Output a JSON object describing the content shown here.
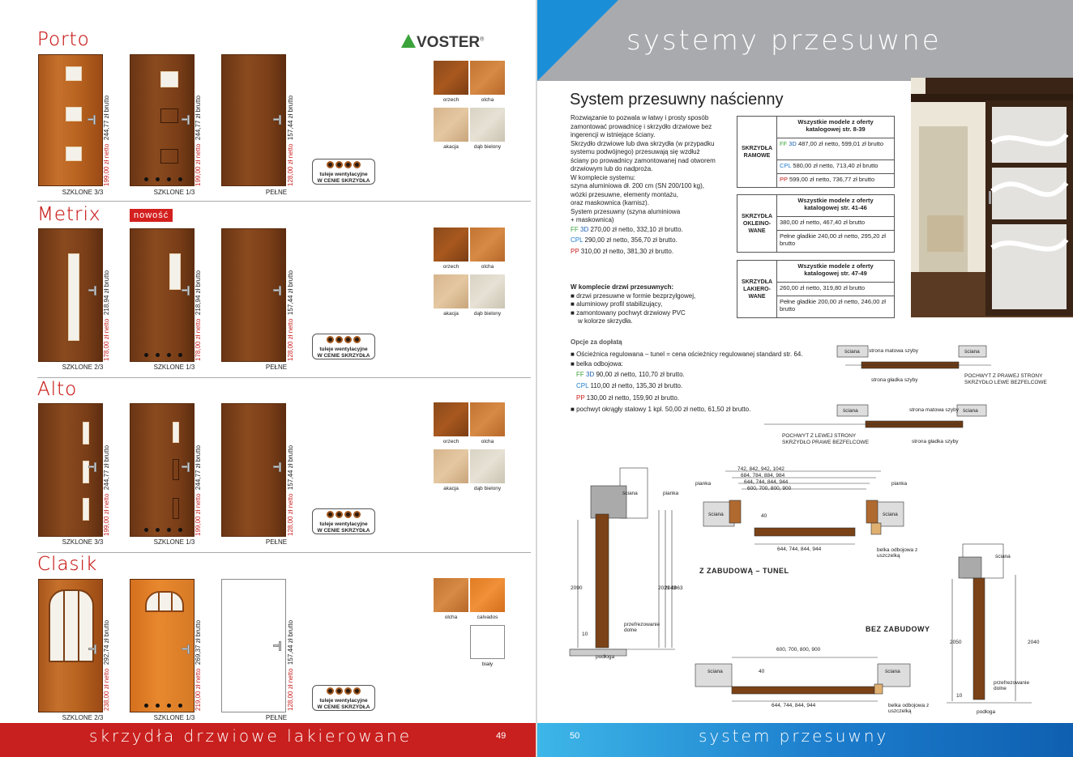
{
  "left_page": {
    "brand": "VOSTER",
    "brand_mark": "®",
    "new_badge": "nowość",
    "footer_title": "skrzydła drzwiowe lakierowane",
    "page_number": "49",
    "vent_badge": {
      "line1": "tuleje wentylacyjne",
      "line2": "W CENIE SKRZYDŁA"
    },
    "sections": [
      {
        "name": "Porto",
        "doors": [
          {
            "label": "SZKLONE 3/3",
            "net": "199,00 zł netto",
            "gross": "244,77 zł brutto"
          },
          {
            "label": "SZKLONE 1/3",
            "net": "199,00 zł netto",
            "gross": "244,77 zł brutto"
          },
          {
            "label": "PEŁNE",
            "net": "128,00 zł netto",
            "gross": "157,44 zł brutto"
          }
        ],
        "swatches": [
          "orzech",
          "olcha",
          "akacja",
          "dąb bielony"
        ]
      },
      {
        "name": "Metrix",
        "doors": [
          {
            "label": "SZKLONE 2/3",
            "net": "178,00 zł netto",
            "gross": "218,94 zł brutto"
          },
          {
            "label": "SZKLONE 1/3",
            "net": "178,00 zł netto",
            "gross": "218,94 zł brutto"
          },
          {
            "label": "PEŁNE",
            "net": "128,00 zł netto",
            "gross": "157,44 zł brutto"
          }
        ],
        "swatches": [
          "orzech",
          "olcha",
          "akacja",
          "dąb bielony"
        ]
      },
      {
        "name": "Alto",
        "doors": [
          {
            "label": "SZKLONE 3/3",
            "net": "199,00 zł netto",
            "gross": "244,77 zł brutto"
          },
          {
            "label": "SZKLONE 1/3",
            "net": "199,00 zł netto",
            "gross": "244,77 zł brutto"
          },
          {
            "label": "PEŁNE",
            "net": "128,00 zł netto",
            "gross": "157,44 zł brutto"
          }
        ],
        "swatches": [
          "orzech",
          "olcha",
          "akacja",
          "dąb bielony"
        ]
      },
      {
        "name": "Clasik",
        "doors": [
          {
            "label": "SZKLONE 2/3",
            "net": "238,00 zł netto",
            "gross": "292,74 zł brutto"
          },
          {
            "label": "SZKLONE 1/3",
            "net": "219,00 zł netto",
            "gross": "269,37 zł brutto"
          },
          {
            "label": "PEŁNE",
            "net": "128,00 zł netto",
            "gross": "157,44 zł brutto"
          }
        ],
        "swatches": [
          "olcha",
          "calvados",
          "biały"
        ]
      }
    ]
  },
  "right_page": {
    "header_title": "systemy przesuwne",
    "heading": "System przesuwny naścienny",
    "footer_title": "system przesuwny",
    "page_number": "50",
    "intro": [
      "Rozwiązanie to pozwala w łatwy i prosty sposób",
      "zamontować prowadnicę i skrzydło drzwiowe bez",
      "ingerencji w istniejące ściany.",
      "Skrzydło drzwiowe lub dwa skrzydła (w przypadku",
      "systemu podwójnego) przesuwają się wzdłuż",
      "ściany po prowadnicy zamontowanej nad otworem",
      "drzwiowym lub do nadproża.",
      "W komplecie systemu:",
      "szyna aluminiowa dł. 200 cm (SN 200/100 kg),",
      "wózki przesuwne, elementy montażu,",
      "oraz maskownica (karnisz).",
      "System przesuwny (szyna aluminiowa",
      "+ maskownica)"
    ],
    "system_prices": [
      {
        "tags": [
          "FF",
          "3D"
        ],
        "text": "270,00 zł netto, 332,10 zł brutto."
      },
      {
        "tags": [
          "CPL"
        ],
        "text": "290,00 zł netto, 356,70 zł brutto."
      },
      {
        "tags": [
          "PP"
        ],
        "text": "310,00 zł netto, 381,30 zł brutto."
      }
    ],
    "kit_heading": "W komplecie drzwi przesuwnych:",
    "kit_items": [
      "drzwi przesuwne w formie bezprzylgowej,",
      "aluminiowy profil stabilizujący,",
      "zamontowany pochwyt drzwiowy PVC",
      "w kolorze skrzydła."
    ],
    "options_heading": "Opcje za dopłatą",
    "options": [
      "Ościeżnica regulowana – tunel = cena ościeżnicy regulowanej standard str. 64.",
      "belka odbojowa:"
    ],
    "beam_prices": [
      {
        "tags": [
          "FF",
          "3D"
        ],
        "text": "90,00 zł netto, 110,70 zł brutto."
      },
      {
        "tags": [
          "CPL"
        ],
        "text": "110,00 zł netto, 135,30 zł brutto."
      },
      {
        "tags": [
          "PP"
        ],
        "text": "130,00 zł netto, 159,90 zł brutto."
      }
    ],
    "handle_option": "pochwyt okrągły stalowy 1 kpl.  50,00 zł netto, 61,50 zł brutto.",
    "tables": [
      {
        "label": "SKRZYDŁA RAMOWE",
        "header": "Wszystkie modele z oferty katalogowej str. 8-39",
        "rows": [
          {
            "tags": [
              "FF",
              "3D"
            ],
            "text": "487,00 zł netto, 599,01 zł brutto"
          },
          {
            "tags": [
              "CPL"
            ],
            "text": "580,00 zł netto, 713,40 zł brutto"
          },
          {
            "tags": [
              "PP"
            ],
            "text": "599,00 zł netto, 736,77 zł brutto"
          }
        ]
      },
      {
        "label": "SKRZYDŁA OKLEINO-WANE",
        "header": "Wszystkie modele z oferty katalogowej str. 41-46",
        "rows": [
          {
            "tags": [],
            "text": "380,00 zł netto, 467,40 zł brutto"
          },
          {
            "tags": [],
            "text": "Pełne gładkie 240,00 zł netto, 295,20 zł brutto"
          }
        ]
      },
      {
        "label": "SKRZYDŁA LAKIERO-WANE",
        "header": "Wszystkie modele z oferty katalogowej str. 47-49",
        "rows": [
          {
            "tags": [],
            "text": "260,00 zł netto, 319,80 zł brutto"
          },
          {
            "tags": [],
            "text": "Pełne gładkie 200,00 zł netto, 246,00 zł brutto"
          }
        ]
      }
    ],
    "diagram_labels": {
      "sciana": "ściana",
      "strona_matowa": "strona matowa szyby",
      "strona_gladka": "strona gładka szyby",
      "pochwyt_prawy": "POCHWYT Z PRAWEJ STRONY",
      "skrzydlo_lewe": "SKRZYDŁO LEWE BEZFELCOWE",
      "pochwyt_lewy": "POCHWYT Z LEWEJ STRONY",
      "skrzydlo_prawe": "SKRZYDŁO PRAWE BEZFELCOWE",
      "pianka": "pianka",
      "podloga": "podłoga",
      "przefrezowanie": "przefrezowanie dolne",
      "belka": "belka odbojowa z uszczelką",
      "z_zabudowa": "Z ZABUDOWĄ – TUNEL",
      "bez_zabudowy": "BEZ ZABUDOWY",
      "dim_top1": "742, 842, 942, 1042",
      "dim_top2": "684, 784, 884, 984",
      "dim_top3": "644, 744, 844, 944",
      "dim_top4": "600, 700, 800, 900",
      "dim_bot": "644, 744, 844, 944",
      "dim_bez_top": "600, 700, 800, 900",
      "dim_bez_bot": "644, 744, 844, 944",
      "d40": "40",
      "d2090": "2090",
      "d2021": "2021",
      "d2043": "2043",
      "d2063": "2063",
      "d10": "10",
      "d2050": "2050",
      "d2040": "2040"
    }
  }
}
